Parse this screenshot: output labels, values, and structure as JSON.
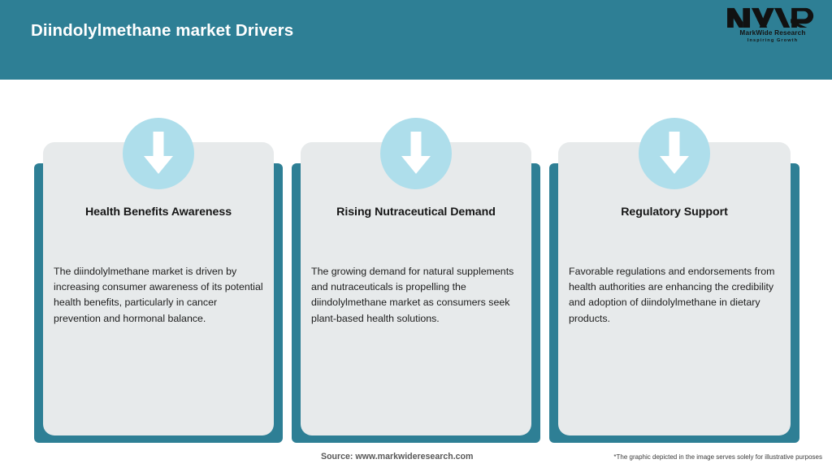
{
  "header": {
    "title": "Diindolylmethane market Drivers",
    "background_color": "#2e7f95",
    "title_color": "#ffffff"
  },
  "logo": {
    "monogram": "MWR",
    "name": "MarkWide Research",
    "tagline": "Inspiring Growth"
  },
  "theme": {
    "accent_teal": "#2e7f95",
    "card_background": "#e7eaeb",
    "icon_circle": "#aedeeb",
    "arrow_color": "#ffffff"
  },
  "cards": [
    {
      "icon": "arrow-down-icon",
      "title": "Health Benefits Awareness",
      "body": "The diindolylmethane market is driven by increasing consumer awareness of its potential health benefits, particularly in cancer prevention and hormonal balance."
    },
    {
      "icon": "arrow-down-icon",
      "title": "Rising Nutraceutical Demand",
      "body": "The growing demand for natural supplements and nutraceuticals is propelling the diindolylmethane market as consumers seek plant-based health solutions."
    },
    {
      "icon": "arrow-down-icon",
      "title": "Regulatory Support",
      "body": "Favorable regulations and endorsements from health authorities are enhancing the credibility and adoption of diindolylmethane in dietary products."
    }
  ],
  "footer": {
    "source": "Source: www.markwideresearch.com",
    "disclaimer": "*The graphic depicted in the image serves solely for illustrative purposes"
  }
}
